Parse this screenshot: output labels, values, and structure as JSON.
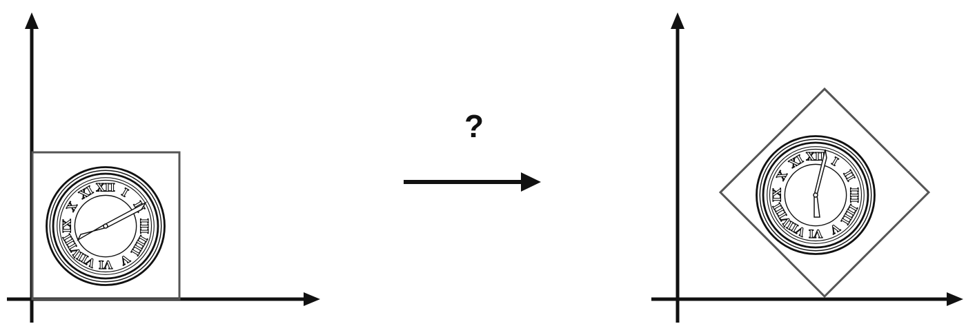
{
  "transform_label": "?",
  "colors": {
    "ink": "#111111",
    "frame": "#555555",
    "background": "#ffffff"
  },
  "icons": {
    "source": "clock-icon",
    "target": "clock-icon",
    "transform": "arrow-right-icon"
  },
  "clock": {
    "numerals": [
      "XII",
      "I",
      "II",
      "III",
      "IIII",
      "V",
      "VI",
      "VII",
      "VIII",
      "IX",
      "X",
      "XI"
    ]
  },
  "transform": {
    "rotation_degrees": 45
  }
}
